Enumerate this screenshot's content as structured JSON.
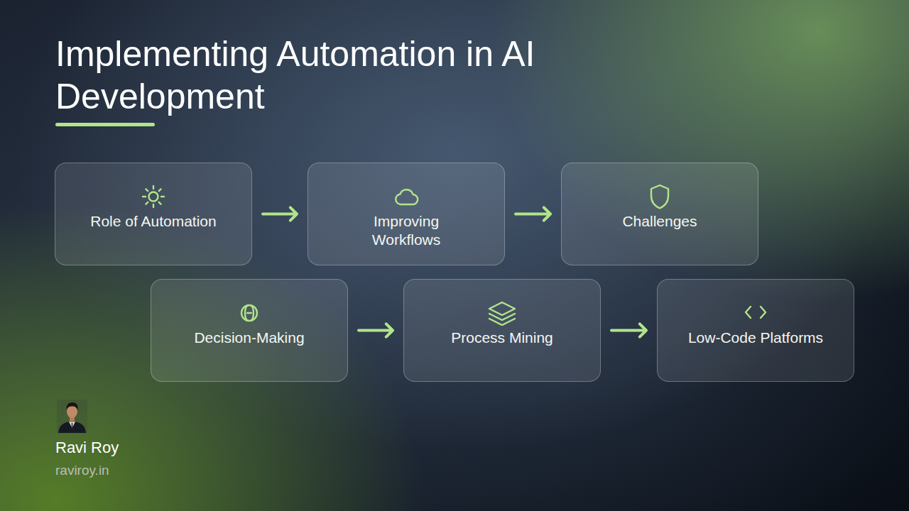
{
  "diagram": {
    "title": "Implementing Automation in AI Development",
    "nodes": [
      {
        "text": [
          "Role of Automation"
        ]
      },
      {
        "text": [
          "Improving Workflows"
        ]
      },
      {
        "text": [
          "Challenges"
        ]
      },
      {
        "text": [
          "Decision-Making"
        ]
      },
      {
        "text": [
          "Process Mining"
        ]
      },
      {
        "text": [
          "Low-Code Platforms"
        ]
      }
    ],
    "edges": [
      {
        "from": 0,
        "to": 1,
        "arrow": "to"
      },
      {
        "from": 1,
        "to": 2,
        "arrow": "to"
      },
      {
        "from": 3,
        "to": 4,
        "arrow": "to"
      },
      {
        "from": 4,
        "to": 5,
        "arrow": "to"
      }
    ],
    "labels": [
      "Ravi Roy",
      "raviroy.in"
    ]
  }
}
